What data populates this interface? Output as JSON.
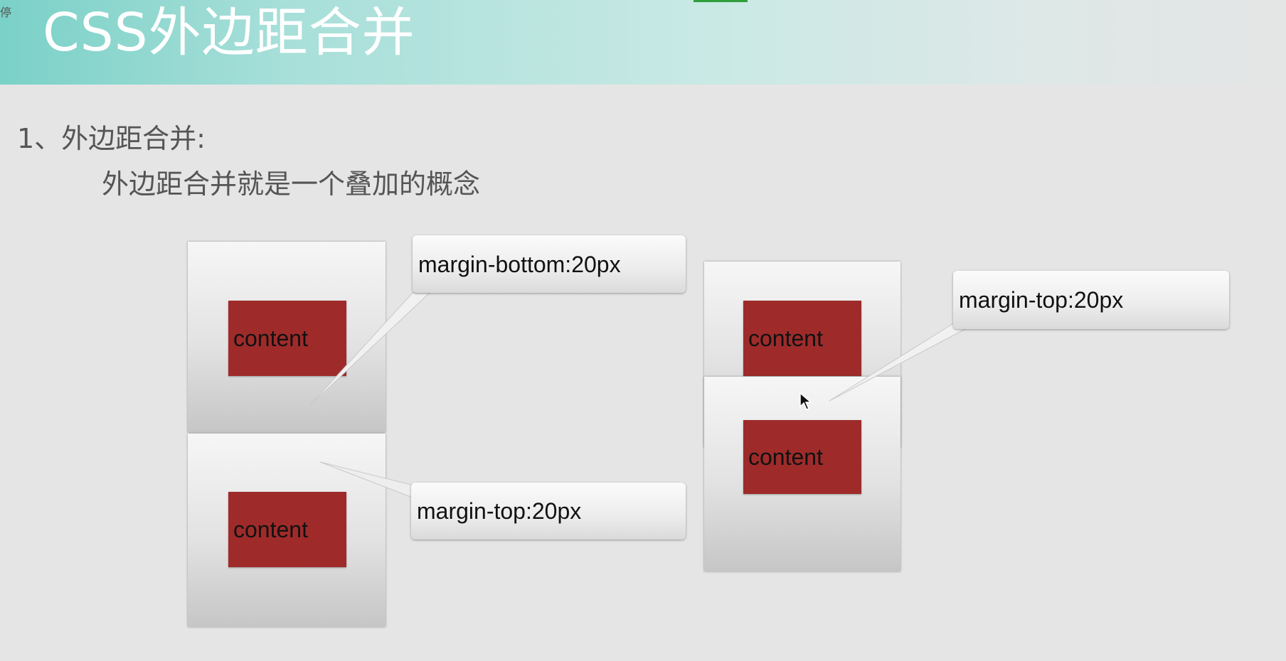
{
  "header": {
    "title": "CSS外边距合并",
    "corner_mark": "停"
  },
  "section": {
    "heading": "1、外边距合并:",
    "description": "外边距合并就是一个叠加的概念"
  },
  "left_diagram": {
    "top_box": {
      "content_label": "content"
    },
    "bottom_box": {
      "content_label": "content"
    },
    "callout_bottom_margin": "margin-bottom:20px",
    "callout_top_margin": "margin-top:20px"
  },
  "right_diagram": {
    "top_box": {
      "content_label": "content"
    },
    "bottom_box": {
      "content_label": "content"
    },
    "callout_top_margin": "margin-top:20px"
  },
  "colors": {
    "header_accent": "#7ad1c7",
    "content_fill": "#9e2b2a",
    "background": "#e6e5e5"
  }
}
